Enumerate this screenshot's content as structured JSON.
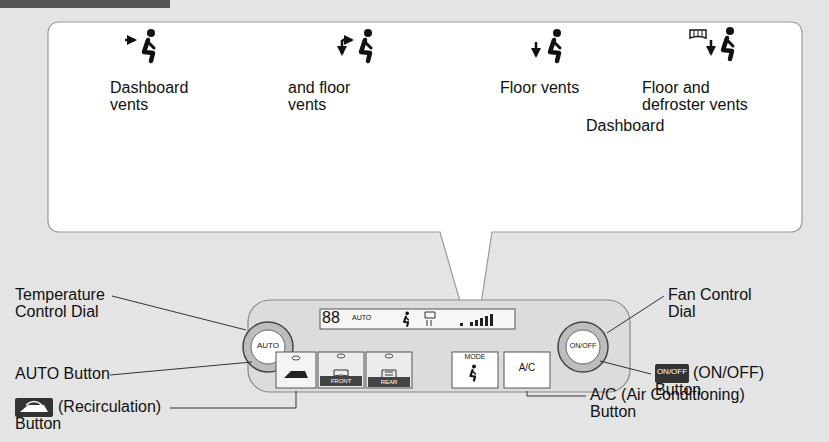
{
  "diagram": {
    "labels": [
      "Dashboard vents",
      "and floor vents",
      "Floor vents",
      "Dashboard",
      "Floor and defroster vents",
      "Temperature Control Dial",
      "AUTO Button",
      "(Recirculation) Button",
      "Fan Control Dial",
      "(ON/OFF) Button",
      "A/C (Air Conditioning) Button",
      "88",
      "AUTO",
      "AUTO",
      "ON/OFF",
      "FRONT",
      "REAR",
      "MODE",
      "A/C",
      "ON/OFF"
    ]
  }
}
